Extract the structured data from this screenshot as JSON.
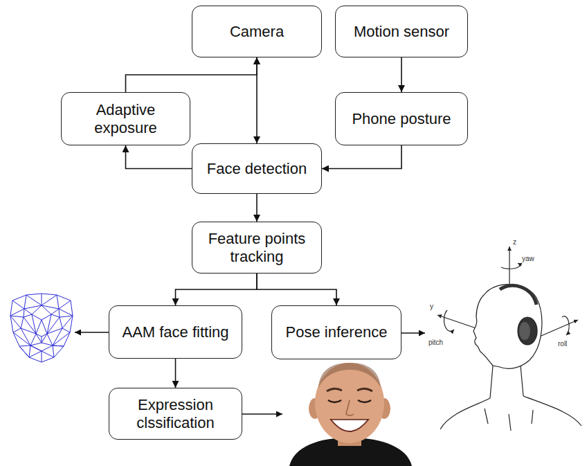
{
  "diagram": {
    "nodes": [
      {
        "text": [
          "Camera"
        ]
      },
      {
        "text": [
          "Motion sensor"
        ]
      },
      {
        "text": [
          "Adaptive exposure"
        ]
      },
      {
        "text": [
          "Phone posture"
        ]
      },
      {
        "text": [
          "Face detection"
        ]
      },
      {
        "text": [
          "Feature points tracking"
        ]
      },
      {
        "text": [
          "AAM face fitting"
        ]
      },
      {
        "text": [
          "Pose inference"
        ]
      },
      {
        "text": [
          "Expression clssification"
        ]
      }
    ],
    "edges": [
      {
        "from": 0,
        "to": 4,
        "arrow": "both"
      },
      {
        "from": 4,
        "to": 2,
        "arrow": "to"
      },
      {
        "from": 2,
        "to": 0,
        "arrow": "to"
      },
      {
        "from": 1,
        "to": 3,
        "arrow": "to"
      },
      {
        "from": 3,
        "to": 4,
        "arrow": "to"
      },
      {
        "from": 4,
        "to": 5,
        "arrow": "to"
      },
      {
        "from": 5,
        "to": 6,
        "arrow": "to"
      },
      {
        "from": 5,
        "to": 7,
        "arrow": "to"
      },
      {
        "from": 6,
        "to": 8,
        "arrow": "to"
      }
    ],
    "labels": [
      "z",
      "yaw",
      "y",
      "pitch",
      "roll"
    ]
  }
}
